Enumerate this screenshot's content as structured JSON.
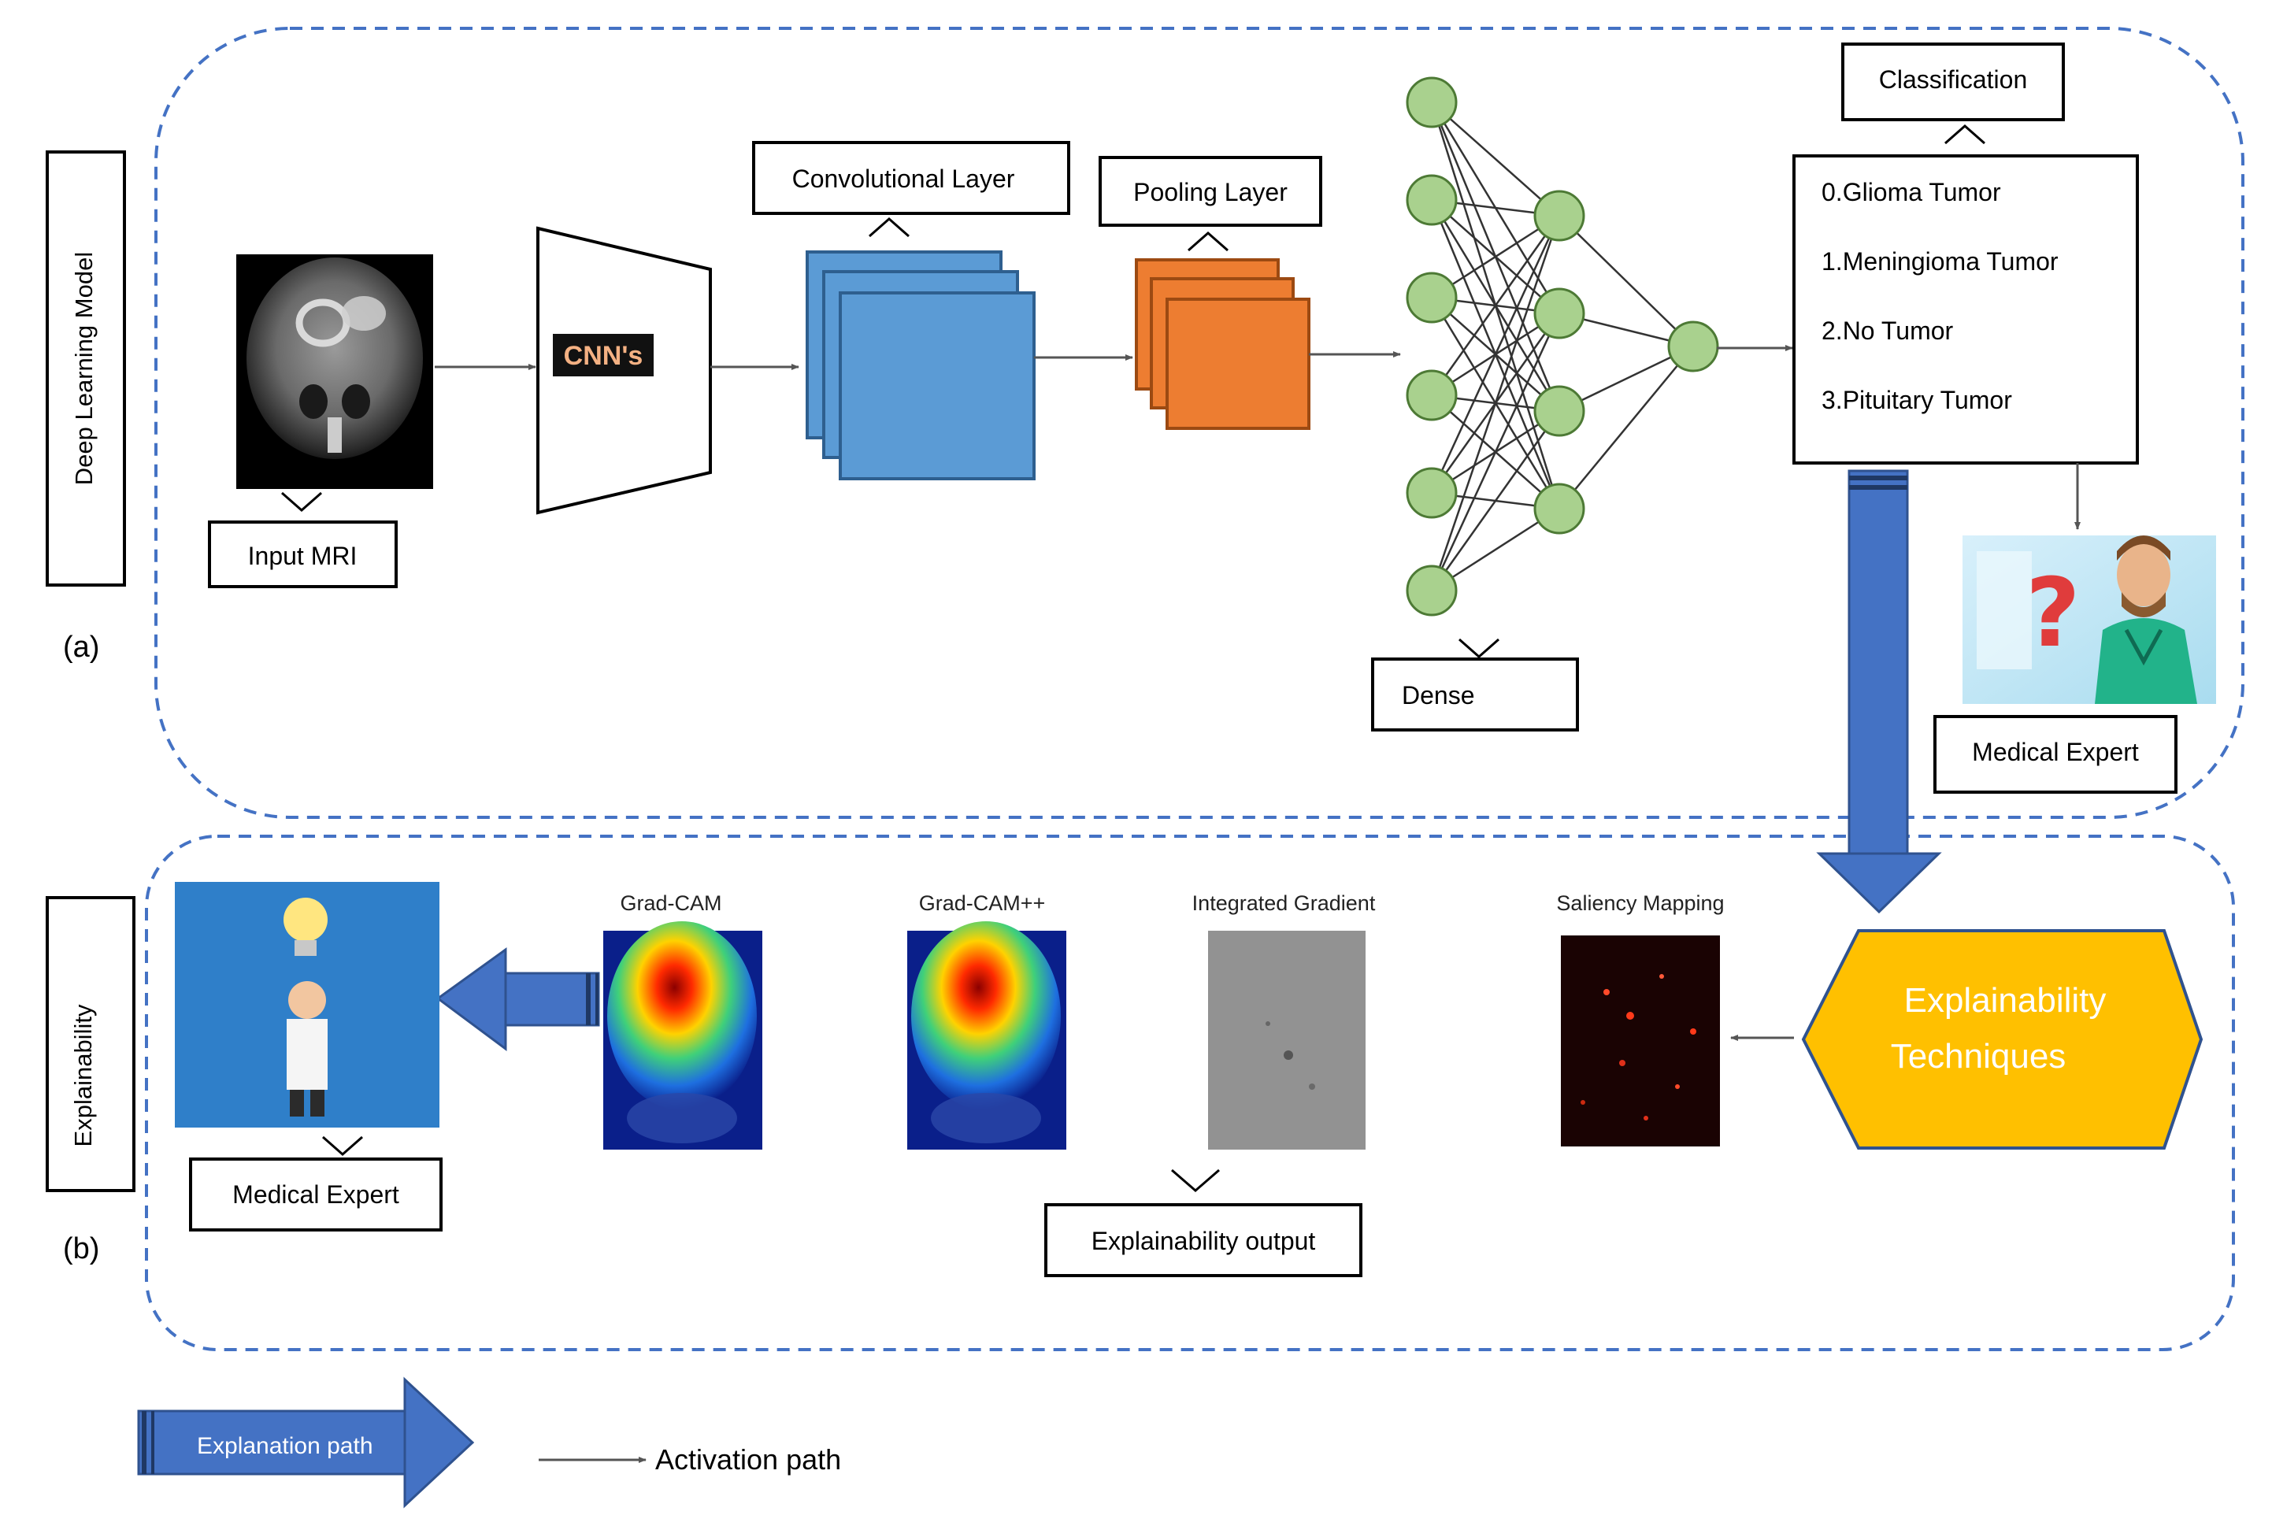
{
  "sections": {
    "a": {
      "side_label": "Deep Learning Model",
      "letter": "(a)"
    },
    "b": {
      "side_label": "Explainability",
      "letter": "(b)"
    }
  },
  "model": {
    "input_label": "Input MRI",
    "cnn_label": "CNN's",
    "conv_label": "Convolutional Layer",
    "pool_label": "Pooling Layer",
    "dense_label": "Dense",
    "classification_title": "Classification",
    "classes": [
      "0.Glioma Tumor",
      "1.Meningioma Tumor",
      "2.No Tumor",
      "3.Pituitary Tumor"
    ],
    "expert_label": "Medical Expert"
  },
  "explain": {
    "hexagon_line1": "Explainability",
    "hexagon_line2": "Techniques",
    "methods": [
      "Grad-CAM",
      "Grad-CAM++",
      "Integrated Gradient",
      "Saliency Mapping"
    ],
    "output_label": "Explainability output",
    "expert_label": "Medical Expert"
  },
  "legend": {
    "explanation_path": "Explanation path",
    "activation_path": "Activation path"
  },
  "colors": {
    "dashed_border": "#4472C4",
    "conv_blue": "#5B9BD5",
    "pool_orange": "#ED7D31",
    "node_green": "#A9D18E",
    "explain_arrow": "#4472C4",
    "hexagon": "#FFC000",
    "hexagon_text": "#FFFFFF"
  },
  "network": {
    "layer_sizes": [
      6,
      4,
      1
    ]
  }
}
